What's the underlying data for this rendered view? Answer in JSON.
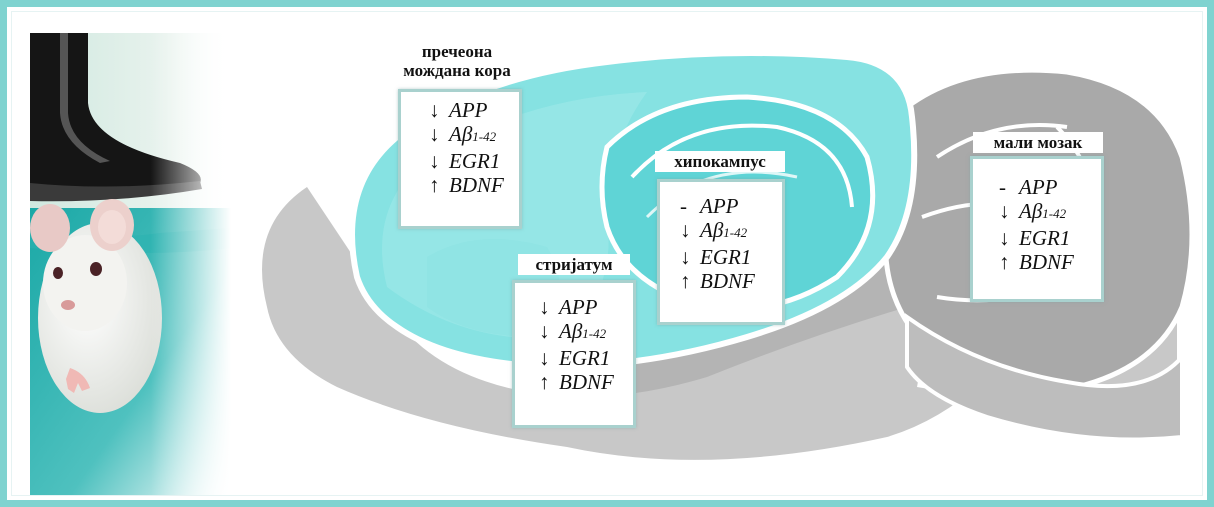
{
  "photo": {
    "description_name": "rat-photo"
  },
  "regions": [
    {
      "key": "cortex",
      "title_line1": "пречеона",
      "title_line2": "можданa кора",
      "rows": [
        {
          "arrow": "↓",
          "gene": "APP",
          "sub": ""
        },
        {
          "arrow": "↓",
          "gene": "Aβ",
          "sub": "1-42"
        },
        {
          "arrow": "↓",
          "gene": "EGR1",
          "sub": ""
        },
        {
          "arrow": "↑",
          "gene": "BDNF",
          "sub": ""
        }
      ]
    },
    {
      "key": "striatum",
      "title_line1": "стријатум",
      "rows": [
        {
          "arrow": "↓",
          "gene": "APP",
          "sub": ""
        },
        {
          "arrow": "↓",
          "gene": "Aβ",
          "sub": "1-42"
        },
        {
          "arrow": "↓",
          "gene": "EGR1",
          "sub": ""
        },
        {
          "arrow": "↑",
          "gene": "BDNF",
          "sub": ""
        }
      ]
    },
    {
      "key": "hippocampus",
      "title_line1": "хипокампус",
      "rows": [
        {
          "arrow": "-",
          "gene": "APP",
          "sub": ""
        },
        {
          "arrow": "↓",
          "gene": "Aβ",
          "sub": "1-42"
        },
        {
          "arrow": "↓",
          "gene": "EGR1",
          "sub": ""
        },
        {
          "arrow": "↑",
          "gene": "BDNF",
          "sub": ""
        }
      ]
    },
    {
      "key": "cerebellum",
      "title_line1": "мали мозак",
      "rows": [
        {
          "arrow": "-",
          "gene": "APP",
          "sub": ""
        },
        {
          "arrow": "↓",
          "gene": "Aβ",
          "sub": "1-42"
        },
        {
          "arrow": "↓",
          "gene": "EGR1",
          "sub": ""
        },
        {
          "arrow": "↑",
          "gene": "BDNF",
          "sub": ""
        }
      ]
    }
  ],
  "colors": {
    "frame": "#7fd3d0",
    "forebrain": "#7fe0e0",
    "hippocampus": "#5fd4d6",
    "cerebellum": "#a9a9a9",
    "brainstem": "#c9c9c9",
    "box_border": "#a9d1ce"
  }
}
